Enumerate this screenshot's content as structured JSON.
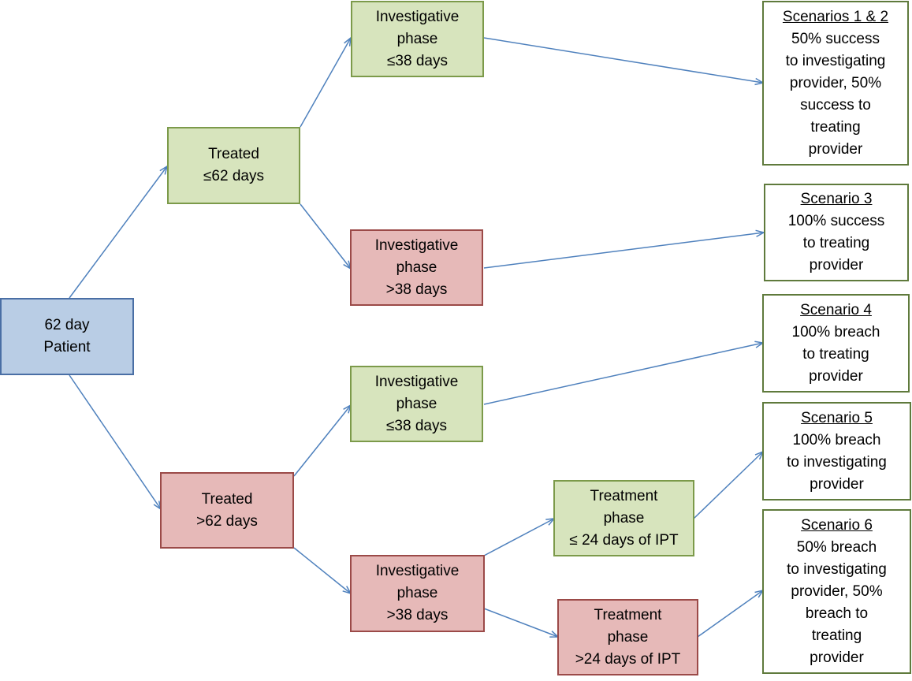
{
  "root": {
    "lines": [
      "62 day",
      "Patient"
    ]
  },
  "treated_le62": {
    "lines": [
      "Treated",
      "≤62 days"
    ]
  },
  "treated_gt62": {
    "lines": [
      "Treated",
      ">62 days"
    ]
  },
  "inv_a": {
    "lines": [
      "Investigative",
      "phase",
      "≤38 days"
    ]
  },
  "inv_b": {
    "lines": [
      "Investigative",
      "phase",
      ">38 days"
    ]
  },
  "inv_c": {
    "lines": [
      "Investigative",
      "phase",
      "≤38 days"
    ]
  },
  "inv_d": {
    "lines": [
      "Investigative",
      "phase",
      ">38 days"
    ]
  },
  "treat_le24": {
    "lines": [
      "Treatment",
      "phase",
      "≤ 24 days of IPT"
    ]
  },
  "treat_gt24": {
    "lines": [
      "Treatment",
      "phase",
      ">24 days of IPT"
    ]
  },
  "outcomes": [
    {
      "heading": "Scenarios 1 & 2",
      "lines": [
        "50% success",
        "to investigating",
        "provider, 50%",
        "success to",
        "treating",
        "provider"
      ]
    },
    {
      "heading": "Scenario 3",
      "lines": [
        "100% success",
        "to treating",
        "provider"
      ]
    },
    {
      "heading": "Scenario 4",
      "lines": [
        "100% breach",
        "to treating",
        "provider"
      ]
    },
    {
      "heading": "Scenario 5",
      "lines": [
        "100% breach",
        "to investigating",
        "provider"
      ]
    },
    {
      "heading": "Scenario 6",
      "lines": [
        "50% breach",
        "to investigating",
        "provider, 50%",
        "breach to",
        "treating",
        "provider"
      ]
    }
  ],
  "colors": {
    "arrow": "#4f81bd",
    "root_fill": "#b9cde5",
    "green_fill": "#d7e4bd",
    "red_fill": "#e6b9b8"
  }
}
